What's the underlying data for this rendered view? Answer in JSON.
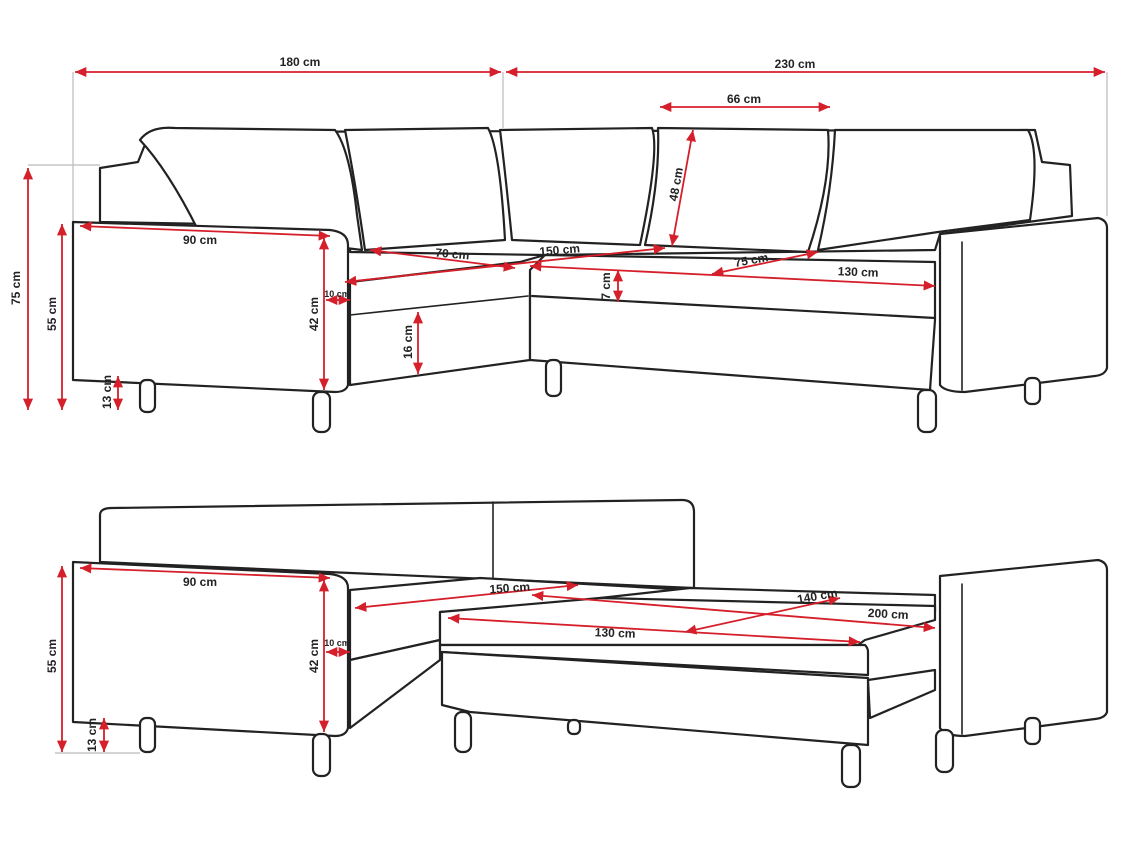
{
  "colors": {
    "dimension_line": "#d51f2a",
    "outline": "#222222",
    "guide": "#bbbbbb",
    "background": "#ffffff"
  },
  "top_view": {
    "width_left": "180 cm",
    "width_right": "230 cm",
    "backrest_width": "66 cm",
    "backrest_height": "48 cm",
    "armrest_length": "90 cm",
    "seat_depth_left": "70 cm",
    "seat_length": "150 cm",
    "seat_depth_right": "75 cm",
    "chaise_length": "130 cm",
    "total_height": "75 cm",
    "armrest_height": "55 cm",
    "armrest_depth": "42 cm",
    "armrest_width": "10 cm",
    "seat_height_gap": "16 cm",
    "cushion_thickness": "7 cm",
    "leg_height": "13 cm"
  },
  "bottom_view": {
    "armrest_length": "90 cm",
    "bed_length": "150 cm",
    "bed_width": "140 cm",
    "bed_total": "200 cm",
    "pullout_length": "130 cm",
    "armrest_height": "55 cm",
    "armrest_depth": "42 cm",
    "armrest_width": "10 cm",
    "leg_height": "13 cm"
  }
}
